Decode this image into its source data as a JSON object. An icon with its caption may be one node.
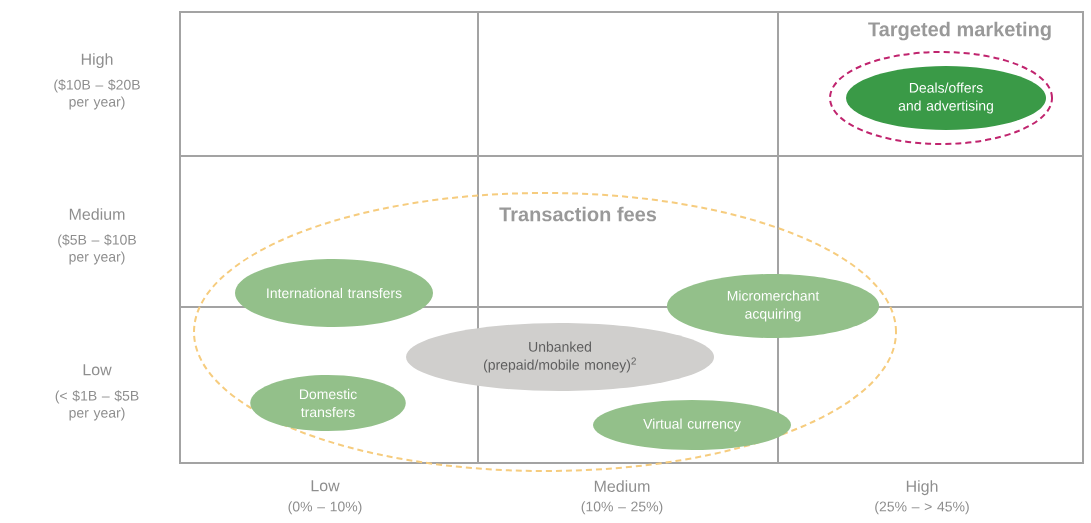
{
  "diagram": {
    "nodes": [
      {
        "text": [
          "Targeted marketing"
        ]
      },
      {
        "text": [
          "Deals/offers and advertising"
        ],
        "in": 0
      },
      {
        "text": [
          "Transaction fees"
        ]
      },
      {
        "text": [
          "International transfers"
        ],
        "in": 2
      },
      {
        "text": [
          "Micromerchant acquiring"
        ],
        "in": 2
      },
      {
        "text": [
          "Unbanked (prepaid/mobile money)$^{2}$"
        ],
        "in": 2
      },
      {
        "text": [
          "Domestic transfers"
        ],
        "in": 2
      },
      {
        "text": [
          "Virtual currency"
        ],
        "in": 2
      }
    ],
    "edges": [],
    "labels": [
      "High",
      "($10B – $20B per year)",
      "Medium",
      "($5B – $10B per year)",
      "Low",
      "(< $1B – $5B per year)",
      "Low",
      "(0% – 10%)",
      "Medium",
      "(10% – 25%)",
      "High",
      "(25% – > 45%)"
    ]
  }
}
